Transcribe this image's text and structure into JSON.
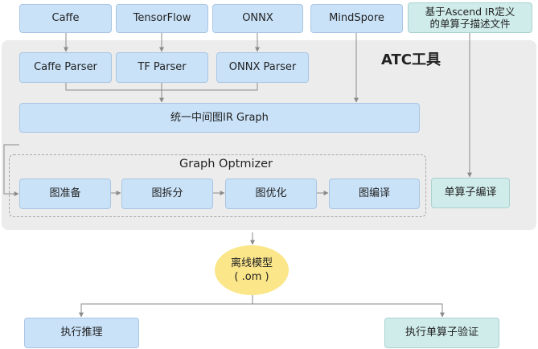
{
  "frameworks": {
    "caffe": "Caffe",
    "tensorflow": "TensorFlow",
    "onnx": "ONNX",
    "mindspore": "MindSpore",
    "ascend_ir_line1": "基于Ascend IR定义",
    "ascend_ir_line2": "的单算子描述文件"
  },
  "atc": {
    "title": "ATC工具",
    "parsers": {
      "caffe": "Caffe Parser",
      "tf": "TF Parser",
      "onnx": "ONNX Parser"
    },
    "ir_graph": "统一中间图IR Graph",
    "optimizer": {
      "title": "Graph Optmizer",
      "steps": [
        "图准备",
        "图拆分",
        "图优化",
        "图编译"
      ]
    },
    "single_op_compile": "单算子编译"
  },
  "offline_model": {
    "line1": "离线模型",
    "line2": "( .om )"
  },
  "outputs": {
    "infer": "执行推理",
    "verify": "执行单算子验证"
  },
  "colors": {
    "blue_box": "#c9e2f8",
    "teal_box": "#cfeceb",
    "panel": "#ececec",
    "oval": "#fbe68a",
    "line": "#8a8a8a"
  }
}
